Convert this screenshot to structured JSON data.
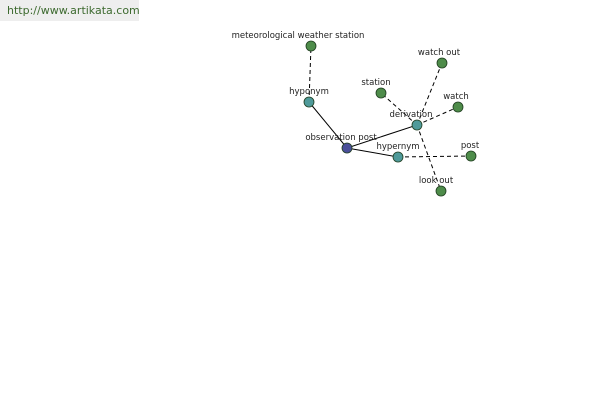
{
  "header": {
    "url": "http://www.artikata.com"
  },
  "colors": {
    "center": "#4a4f9a",
    "relation": "#4f9a9a",
    "term": "#4e8c4a",
    "edge": "#000000"
  },
  "graph": {
    "nodes": [
      {
        "id": "observation-post",
        "label": "observation post",
        "kind": "center"
      },
      {
        "id": "hyponym",
        "label": "hyponym",
        "kind": "relation"
      },
      {
        "id": "derivation",
        "label": "derivation",
        "kind": "relation"
      },
      {
        "id": "hypernym",
        "label": "hypernym",
        "kind": "relation"
      },
      {
        "id": "meteorological-weather-station",
        "label": "meteorological weather station",
        "kind": "term"
      },
      {
        "id": "station",
        "label": "station",
        "kind": "term"
      },
      {
        "id": "watch-out",
        "label": "watch out",
        "kind": "term"
      },
      {
        "id": "watch",
        "label": "watch",
        "kind": "term"
      },
      {
        "id": "post",
        "label": "post",
        "kind": "term"
      },
      {
        "id": "look-out",
        "label": "look out",
        "kind": "term"
      }
    ],
    "edges": [
      {
        "from": "observation-post",
        "to": "hyponym",
        "style": "solid"
      },
      {
        "from": "observation-post",
        "to": "derivation",
        "style": "solid"
      },
      {
        "from": "observation-post",
        "to": "hypernym",
        "style": "solid"
      },
      {
        "from": "hyponym",
        "to": "meteorological-weather-station",
        "style": "dashed"
      },
      {
        "from": "derivation",
        "to": "station",
        "style": "dashed"
      },
      {
        "from": "derivation",
        "to": "watch-out",
        "style": "dashed"
      },
      {
        "from": "derivation",
        "to": "watch",
        "style": "dashed"
      },
      {
        "from": "derivation",
        "to": "look-out",
        "style": "dashed"
      },
      {
        "from": "hypernym",
        "to": "post",
        "style": "dashed"
      }
    ]
  }
}
